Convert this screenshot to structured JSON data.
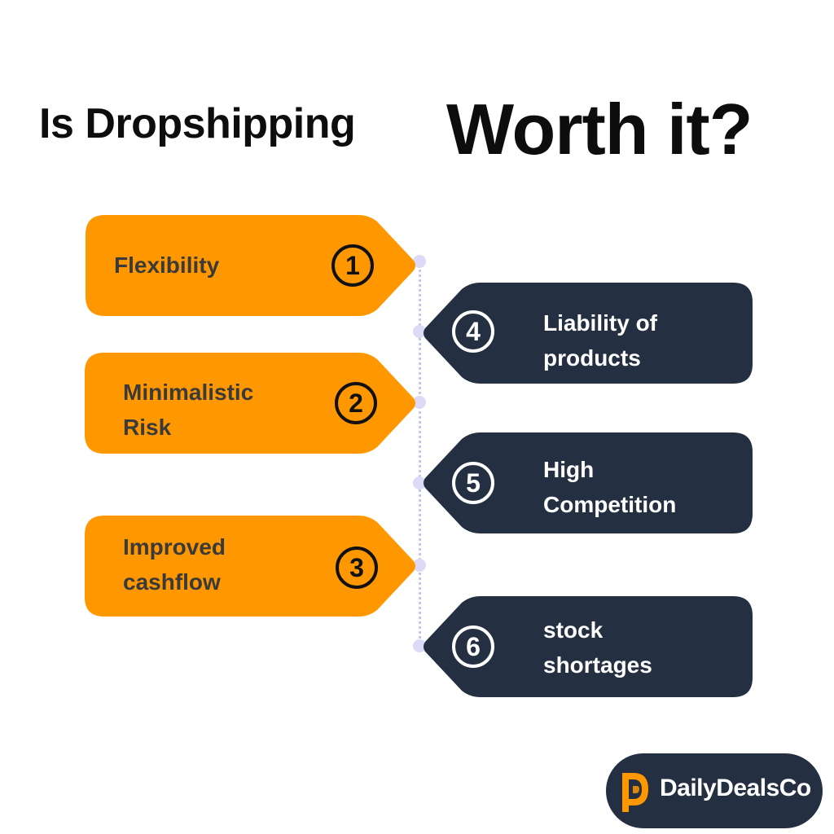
{
  "title": {
    "prefix": "Is Dropshipping",
    "emphasis": "Worth it?"
  },
  "pros": [
    {
      "number": "1",
      "lines": [
        "Flexibility"
      ]
    },
    {
      "number": "2",
      "lines": [
        "Minimalistic",
        "Risk"
      ]
    },
    {
      "number": "3",
      "lines": [
        "Improved",
        "cashflow"
      ]
    }
  ],
  "cons": [
    {
      "number": "4",
      "lines": [
        "Liability of",
        "products"
      ]
    },
    {
      "number": "5",
      "lines": [
        "High",
        "Competition"
      ]
    },
    {
      "number": "6",
      "lines": [
        "stock",
        "shortages"
      ]
    }
  ],
  "logo": {
    "text": "DailyDealsCo"
  },
  "colors": {
    "pro": "#FF9800",
    "con": "#243041",
    "timeline": "#DCDAF6"
  }
}
